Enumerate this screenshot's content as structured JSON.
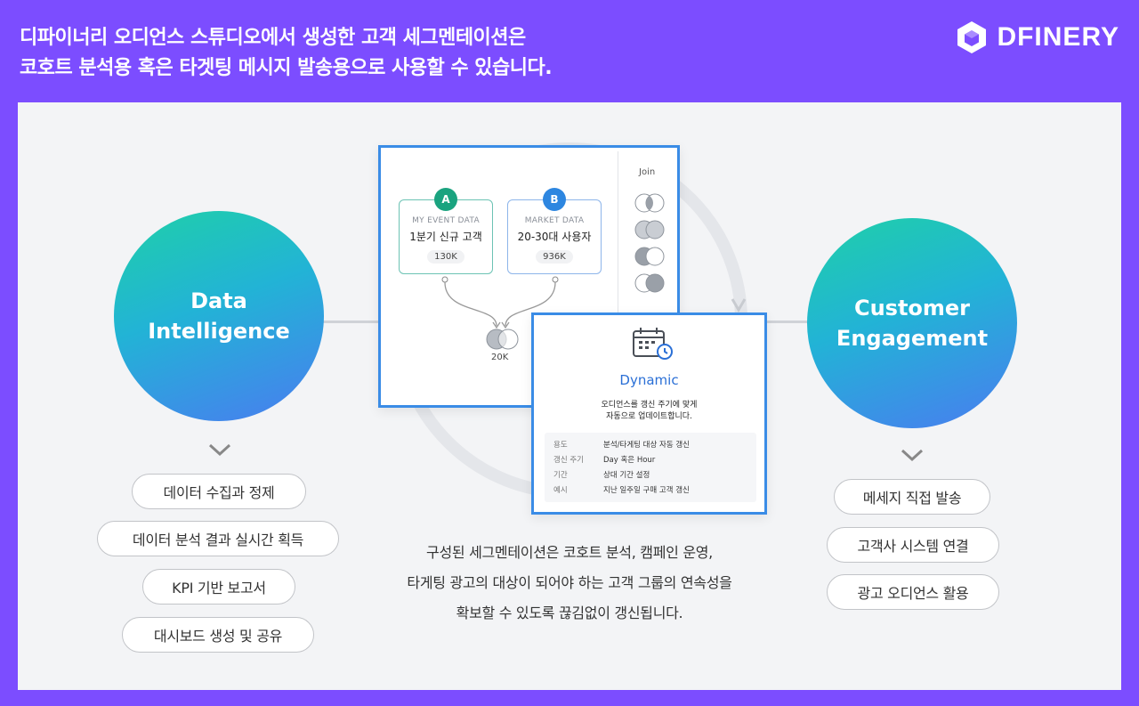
{
  "headline": {
    "line1": "디파이너리 오디언스 스튜디오에서 생성한 고객 세그멘테이션은",
    "line2": "코호트 분석용 혹은 타겟팅 메시지 발송용으로 사용할 수 있습니다."
  },
  "brand": {
    "name": "DFINERY",
    "icon": "dfinery-cube-logo"
  },
  "left_circle": {
    "label": "Data\nIntelligence"
  },
  "right_circle": {
    "label": "Customer\nEngagement"
  },
  "left_items": [
    "데이터 수집과 정제",
    "데이터 분석 결과 실시간 획득",
    "KPI 기반 보고서",
    "대시보드 생성 및 공유"
  ],
  "right_items": [
    "메세지 직접 발송",
    "고객사 시스템 연결",
    "광고 오디언스 활용"
  ],
  "join_card": {
    "segment_a": {
      "badge": "A",
      "type": "MY EVENT DATA",
      "name": "1분기 신규 고객",
      "count": "130K"
    },
    "segment_b": {
      "badge": "B",
      "type": "MARKET DATA",
      "name": "20-30대 사용자",
      "count": "936K"
    },
    "join_label": "Join",
    "result_count": "20K"
  },
  "dynamic_card": {
    "title": "Dynamic",
    "desc": "오디언스를 갱신 주기에 맞게\n자동으로 업데이트합니다.",
    "rows": [
      {
        "k": "용도",
        "v": "분석/타게팅 대상 자동 갱신"
      },
      {
        "k": "갱신 주기",
        "v": "Day 혹은 Hour"
      },
      {
        "k": "기간",
        "v": "상대 기간 설정"
      },
      {
        "k": "예시",
        "v": "지난 일주일 구매 고객 갱신"
      }
    ]
  },
  "caption": {
    "line1": "구성된 세그멘테이션은 코호트 분석, 캠페인 운영,",
    "line2": "타게팅 광고의 대상이 되어야 하는 고객 그룹의 연속성을",
    "line3": "확보할 수 있도록 끊김없이 갱신됩니다."
  },
  "colors": {
    "background": "#7c4dff",
    "accent_blue": "#3a8ce6",
    "teal": "#1fd0a8"
  }
}
